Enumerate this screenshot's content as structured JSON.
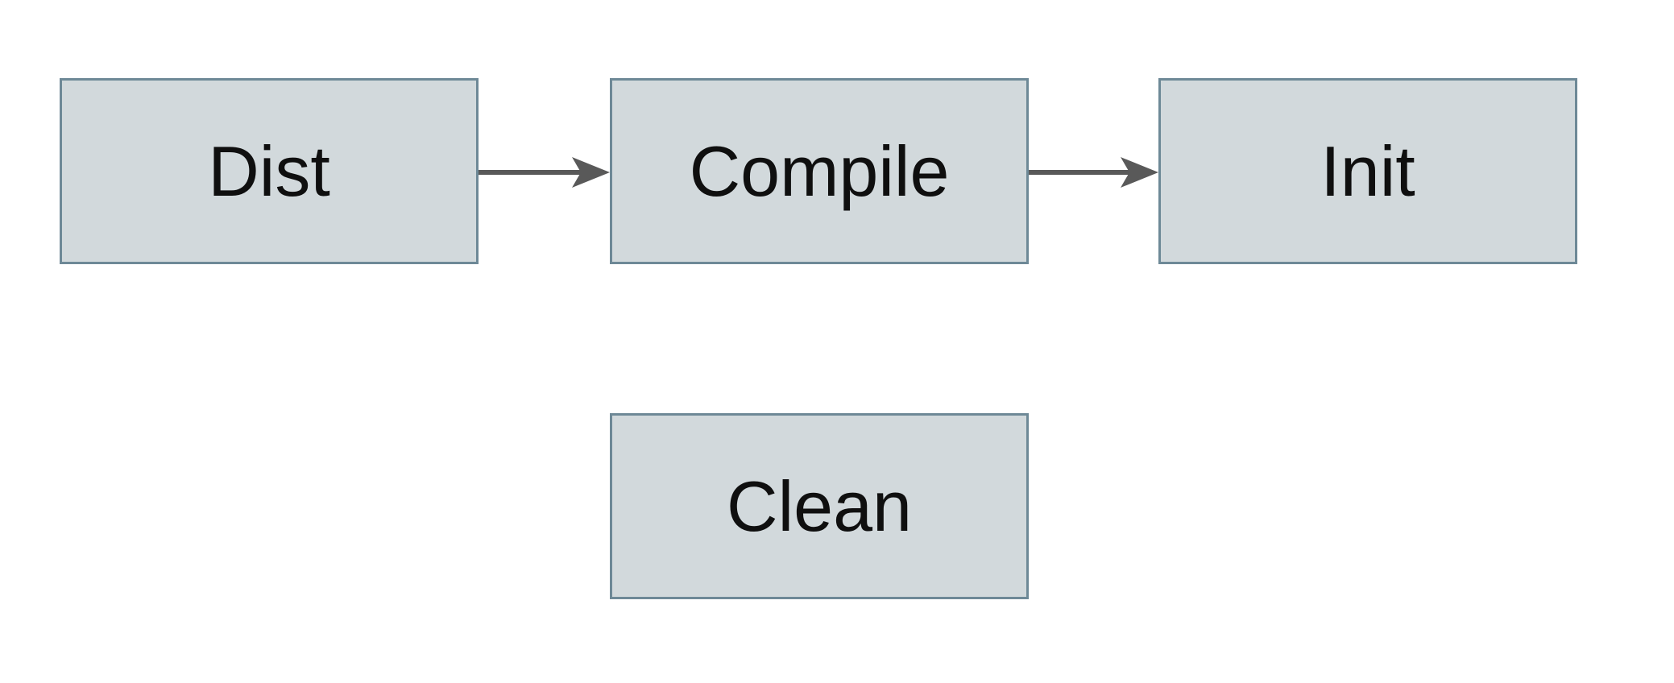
{
  "diagram": {
    "title": "build-targets-flow",
    "nodes": [
      {
        "id": "dist",
        "label": "Dist"
      },
      {
        "id": "compile",
        "label": "Compile"
      },
      {
        "id": "init",
        "label": "Init"
      },
      {
        "id": "clean",
        "label": "Clean"
      }
    ],
    "edges": [
      {
        "from": "Dist",
        "to": "Compile",
        "style": "solid-arrow"
      },
      {
        "from": "Compile",
        "to": "Init",
        "style": "solid-arrow"
      }
    ]
  },
  "colors": {
    "background": "#ffffff",
    "node-fill": "#d2d9dc",
    "node-border": "#6e8997",
    "node-text": "#0f0f0f",
    "arrow": "#595959"
  }
}
